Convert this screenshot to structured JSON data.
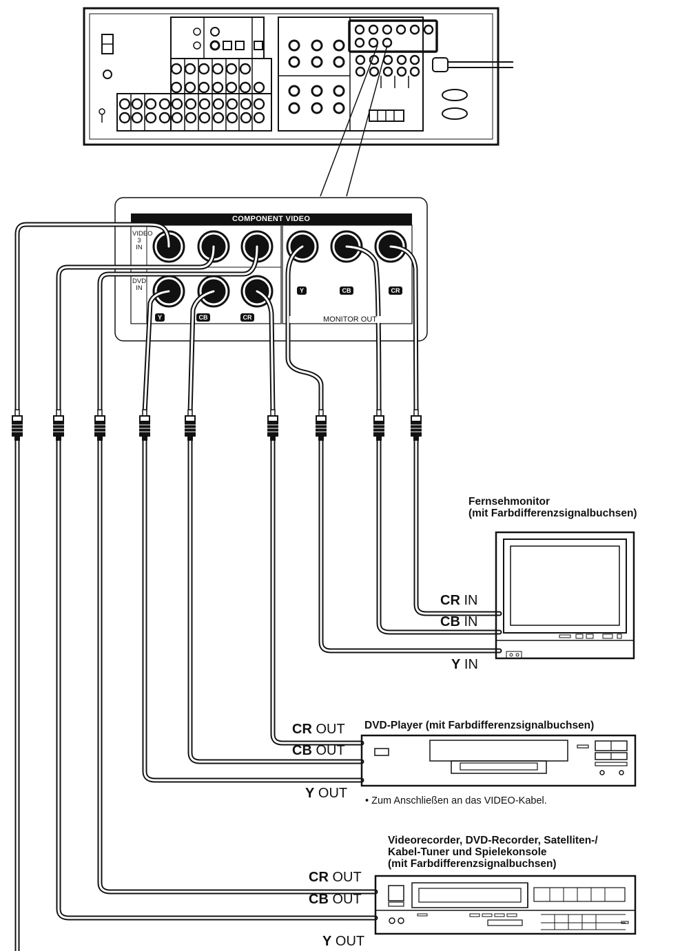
{
  "panel": {
    "title": "COMPONENT VIDEO",
    "video3_label": [
      "VIDEO",
      "3",
      "IN"
    ],
    "dvd_label": [
      "DVD",
      "IN"
    ],
    "monitor_out_label": "MONITOR OUT",
    "badges": {
      "y": "Y",
      "cb": "CB",
      "cr": "CR"
    }
  },
  "tv": {
    "title_line1": "Fernsehmonitor",
    "title_line2": "(mit Farbdifferenzsignalbuchsen)",
    "cr_bold": "CR",
    "cr_rest": " IN",
    "cb_bold": "CB",
    "cb_rest": " IN",
    "y_bold": "Y",
    "y_rest": " IN"
  },
  "dvd": {
    "title": "DVD-Player (mit Farbdifferenzsignalbuchsen)",
    "cr_bold": "CR",
    "cr_rest": " OUT",
    "cb_bold": "CB",
    "cb_rest": " OUT",
    "y_bold": "Y",
    "y_rest": " OUT",
    "note": "• Zum Anschließen an das VIDEO-Kabel."
  },
  "vcr": {
    "title_line1": "Videorecorder, DVD-Recorder, Satelliten-/",
    "title_line2": "Kabel-Tuner und Spielekonsole",
    "title_line3": "(mit Farbdifferenzsignalbuchsen)",
    "cr_bold": "CR",
    "cr_rest": " OUT",
    "cb_bold": "CB",
    "cb_rest": " OUT",
    "y_bold": "Y",
    "y_rest": " OUT"
  }
}
